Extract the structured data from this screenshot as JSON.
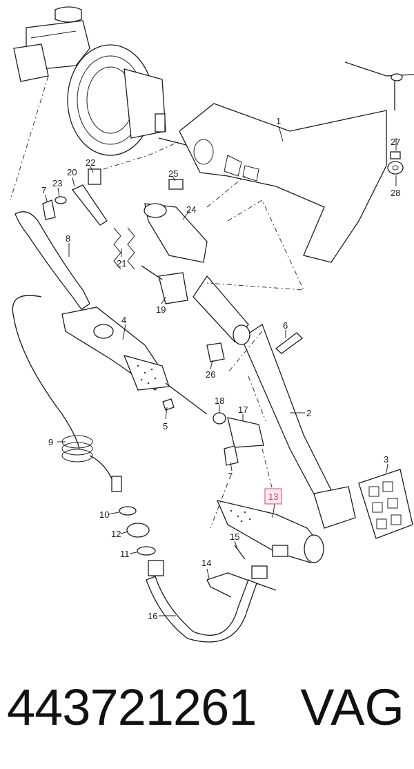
{
  "diagram": {
    "callouts": [
      {
        "id": "1",
        "text": "1"
      },
      {
        "id": "2",
        "text": "2"
      },
      {
        "id": "3",
        "text": "3"
      },
      {
        "id": "4",
        "text": "4"
      },
      {
        "id": "5",
        "text": "5"
      },
      {
        "id": "6",
        "text": "6"
      },
      {
        "id": "7a",
        "text": "7"
      },
      {
        "id": "7b",
        "text": "7"
      },
      {
        "id": "8",
        "text": "8"
      },
      {
        "id": "9",
        "text": "9"
      },
      {
        "id": "10",
        "text": "10"
      },
      {
        "id": "11",
        "text": "11"
      },
      {
        "id": "12",
        "text": "12"
      },
      {
        "id": "13",
        "text": "13"
      },
      {
        "id": "14",
        "text": "14"
      },
      {
        "id": "15",
        "text": "15"
      },
      {
        "id": "16",
        "text": "16"
      },
      {
        "id": "17",
        "text": "17"
      },
      {
        "id": "18",
        "text": "18"
      },
      {
        "id": "19",
        "text": "19"
      },
      {
        "id": "20",
        "text": "20"
      },
      {
        "id": "21",
        "text": "21"
      },
      {
        "id": "22",
        "text": "22"
      },
      {
        "id": "23",
        "text": "23"
      },
      {
        "id": "24",
        "text": "24"
      },
      {
        "id": "25",
        "text": "25"
      },
      {
        "id": "26",
        "text": "26"
      },
      {
        "id": "27",
        "text": "27"
      },
      {
        "id": "28",
        "text": "28"
      }
    ],
    "highlighted_callout": "13",
    "highlight_color": "#d9667c"
  },
  "footer": {
    "part_number": "443721261",
    "brand": "VAG"
  }
}
